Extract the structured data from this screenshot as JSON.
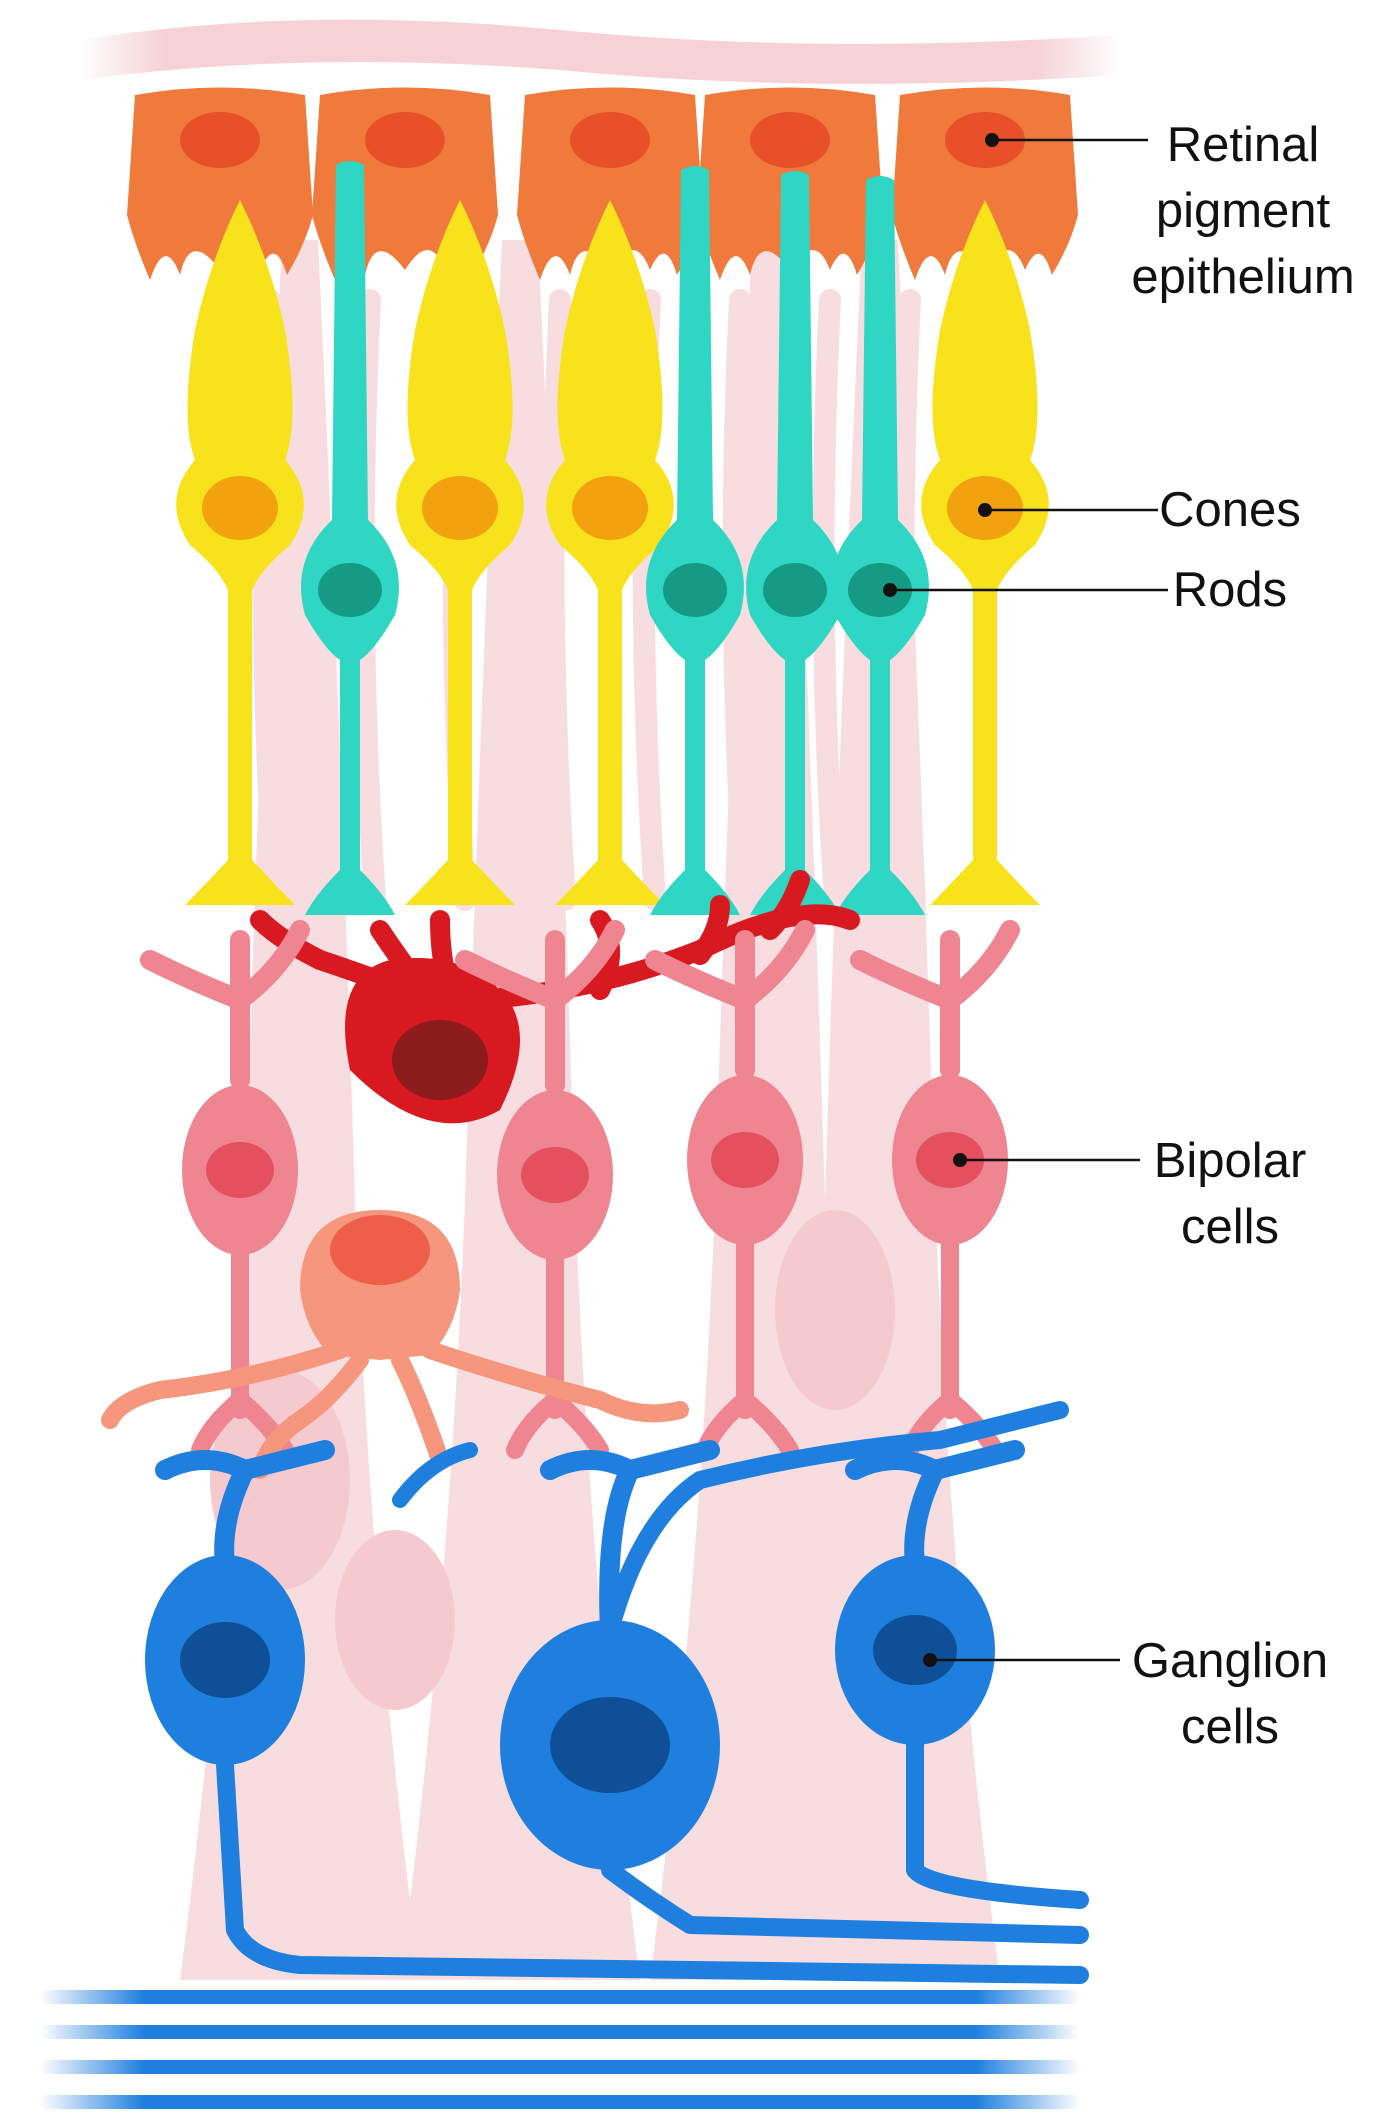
{
  "labels": {
    "rpe": [
      "Retinal",
      "pigment",
      "epithelium"
    ],
    "cones": [
      "Cones"
    ],
    "rods": [
      "Rods"
    ],
    "bipolar": [
      "Bipolar",
      "cells"
    ],
    "ganglion": [
      "Ganglion",
      "cells"
    ]
  },
  "colors": {
    "rpe": "#ef7a3c",
    "rpe_nucleus": "#e8502a",
    "cone": "#f7e21b",
    "cone_nucleus": "#f2a20f",
    "rod": "#2fd6c3",
    "rod_nucleus": "#159a86",
    "horizontal": "#d81920",
    "horizontal_nucleus": "#8c1b1b",
    "bipolar": "#ee8591",
    "bipolar_nucleus": "#e4505e",
    "amacrine": "#f6977d",
    "amacrine_nucleus": "#ef5e48",
    "ganglion": "#1f7fde",
    "ganglion_nucleus": "#0e4f97",
    "muller": "#f6d2d6",
    "background": "#ffffff"
  }
}
